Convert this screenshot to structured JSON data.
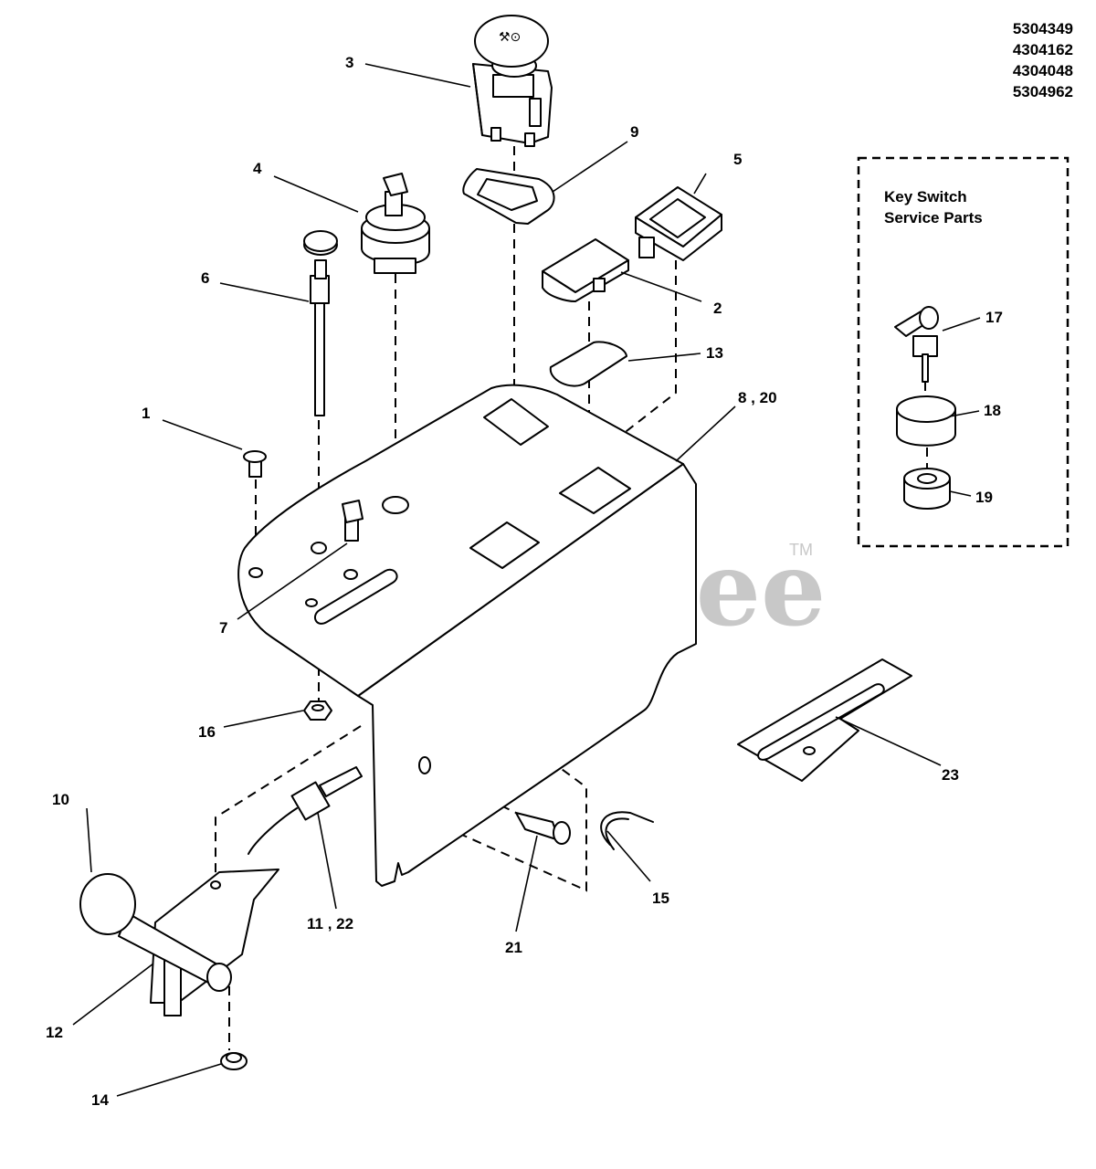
{
  "part_numbers": [
    "5304349",
    "4304162",
    "4304048",
    "5304962"
  ],
  "key_switch_box": {
    "title_line1": "Key Switch",
    "title_line2": "Service Parts"
  },
  "watermark": {
    "text": "PartsTree",
    "trademark": "TM"
  },
  "callouts": {
    "c1": "1",
    "c2": "2",
    "c3": "3",
    "c4": "4",
    "c5": "5",
    "c6": "6",
    "c7": "7",
    "c8_20": "8 , 20",
    "c9": "9",
    "c10": "10",
    "c11_22": "11 , 22",
    "c12": "12",
    "c13": "13",
    "c14": "14",
    "c15": "15",
    "c16": "16",
    "c17": "17",
    "c18": "18",
    "c19": "19",
    "c21": "21",
    "c23": "23"
  }
}
